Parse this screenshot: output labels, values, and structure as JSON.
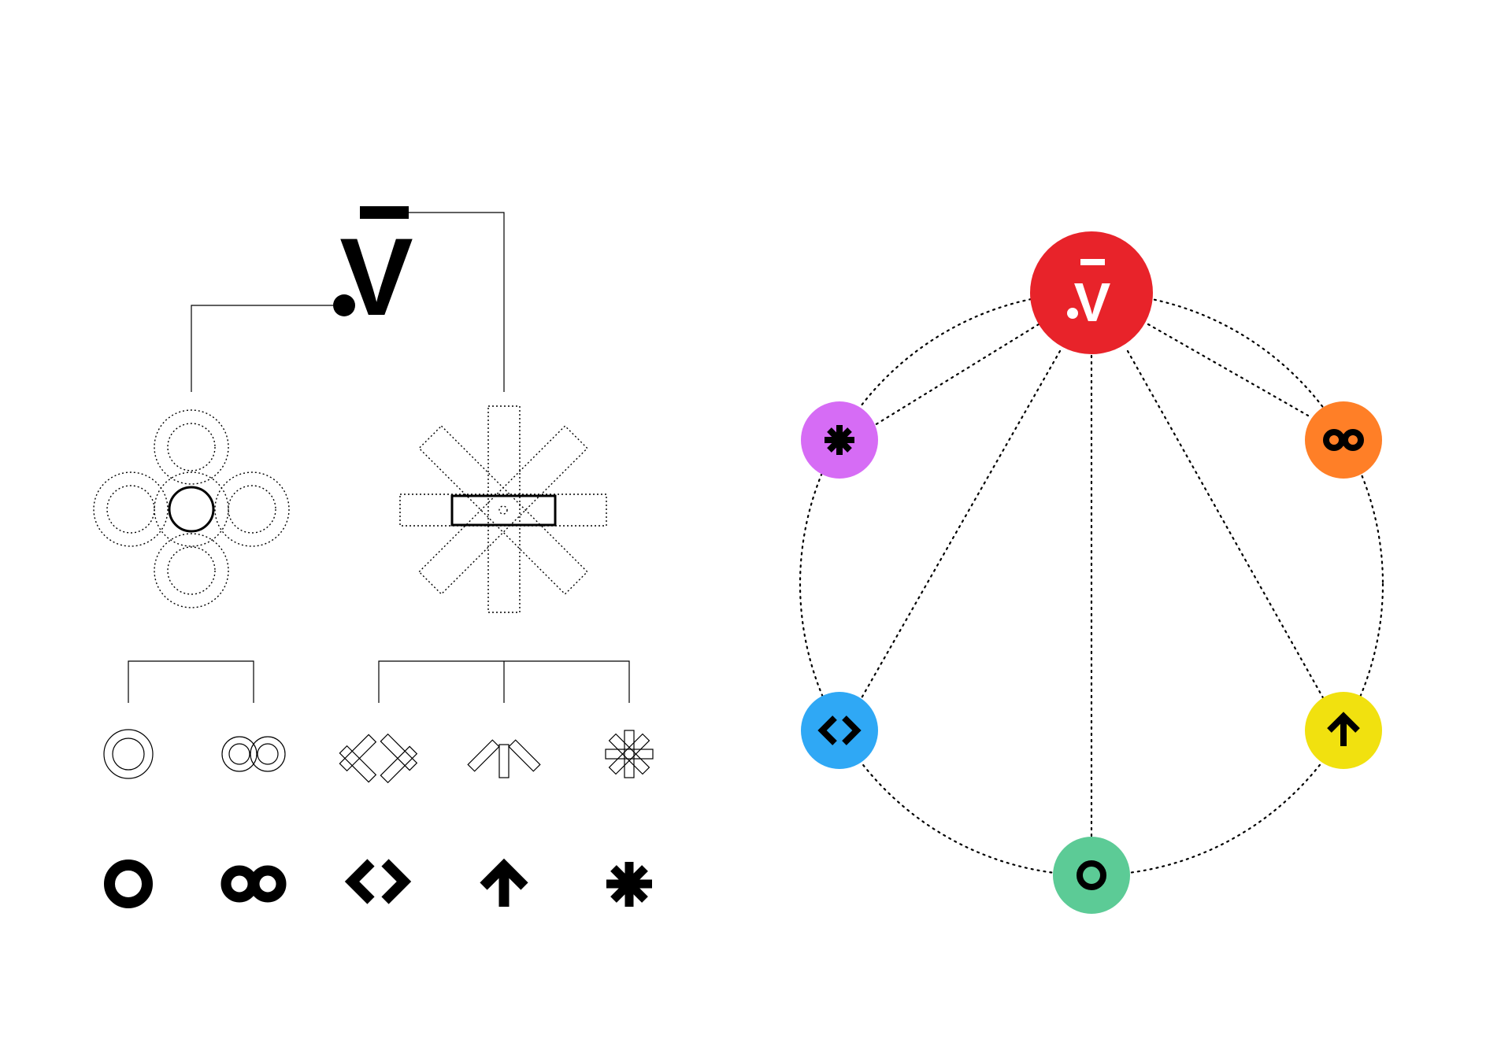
{
  "logo": {
    "letter": "V",
    "dot": "."
  },
  "construction": {
    "left_group": [
      "circle",
      "infinity"
    ],
    "right_group": [
      "code-brackets",
      "arrow-up",
      "asterisk"
    ]
  },
  "outline_icons": [
    "circle-outline-icon",
    "infinity-outline-icon",
    "code-outline-icon",
    "arrow-up-outline-icon",
    "asterisk-outline-icon"
  ],
  "solid_icons": [
    "circle-icon",
    "infinity-icon",
    "code-icon",
    "arrow-up-icon",
    "asterisk-icon"
  ],
  "ecosystem": {
    "hub": {
      "color": "#e8232a",
      "icon": "logo-v"
    },
    "nodes": [
      {
        "name": "asterisk",
        "color": "#d66cf5",
        "icon": "asterisk-icon"
      },
      {
        "name": "infinity",
        "color": "#ff7f27",
        "icon": "infinity-icon"
      },
      {
        "name": "code",
        "color": "#2fa8f5",
        "icon": "code-icon"
      },
      {
        "name": "arrow-up",
        "color": "#f1e10f",
        "icon": "arrow-up-icon"
      },
      {
        "name": "circle",
        "color": "#5ccb96",
        "icon": "circle-icon"
      }
    ]
  }
}
